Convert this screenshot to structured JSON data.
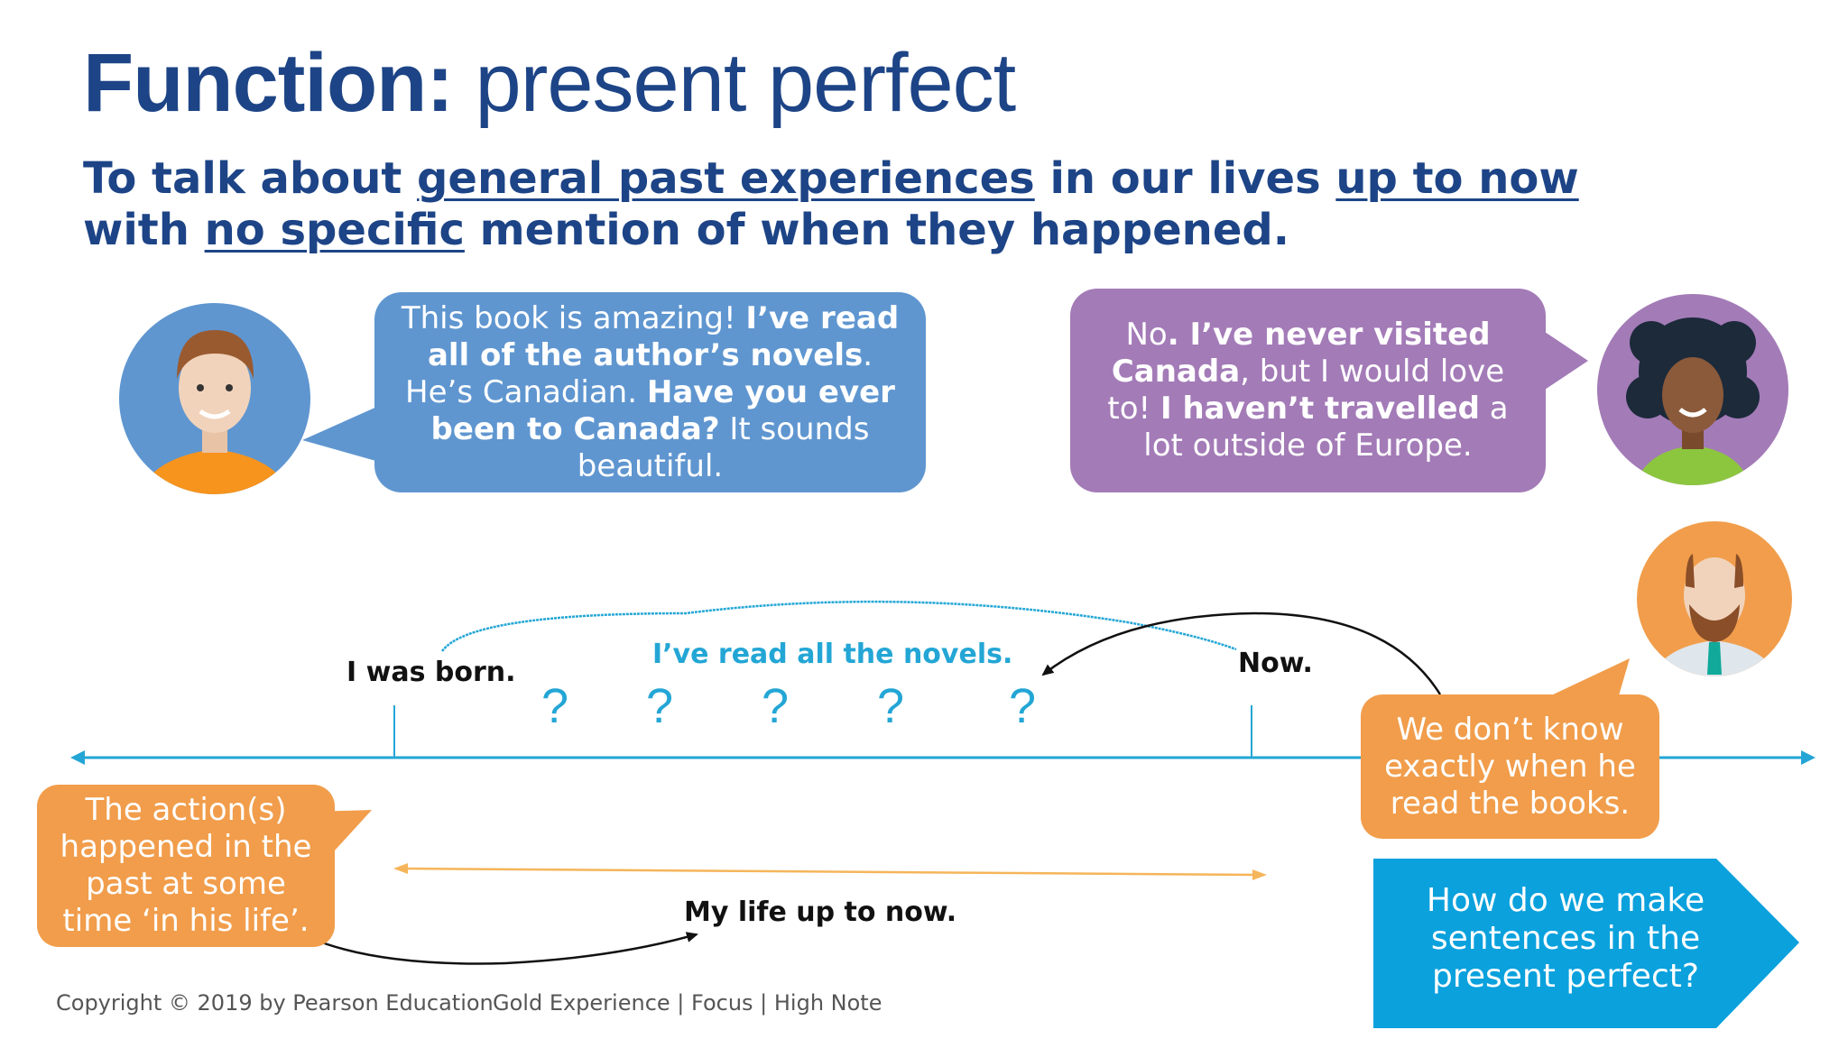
{
  "title": {
    "bold": "Function:",
    "rest": " present perfect"
  },
  "subtitle": {
    "l1_a": "To talk about ",
    "l1_u1": "general past experiences",
    "l1_b": " in our lives ",
    "l1_u2": "up to now",
    "l2_a": "with ",
    "l2_u": "no specific",
    "l2_b": " mention of when they happened."
  },
  "bubble_blue": {
    "t1": "This book is amazing! ",
    "b1": "I’ve read all of the author’s novels",
    "t2": ". He’s Canadian. ",
    "b2": "Have you ever been to Canada?",
    "t3": " It sounds beautiful."
  },
  "bubble_purple": {
    "t1": "No",
    "b1": ". I’ve never visited Canada",
    "t2": ", but I would love to! ",
    "b2": "I haven’t travelled",
    "t3": " a lot outside of Europe."
  },
  "timeline": {
    "born": "I was born.",
    "now": "Now.",
    "middle": "I’ve read all the novels.",
    "qmark": "?",
    "life": "My life up to now."
  },
  "bubble_left": "The action(s) happened in the past at some time ‘in his life’.",
  "bubble_right": "We don’t know exactly when he read the books.",
  "cta": "How do we make sentences in the present perfect?",
  "footer": {
    "copyright": "Copyright © 2019 by Pearson Education",
    "brands": "Gold Experience | Focus | High Note"
  },
  "icons": {
    "man": "man-avatar-icon",
    "woman": "woman-avatar-icon",
    "teacher": "bearded-man-avatar-icon"
  },
  "colors": {
    "navy": "#1d4486",
    "blue_bubble": "#5f96d0",
    "purple_bubble": "#a37bb7",
    "orange": "#f19d4b",
    "cyan": "#23a6d5",
    "cta_blue": "#0aa1dd"
  }
}
